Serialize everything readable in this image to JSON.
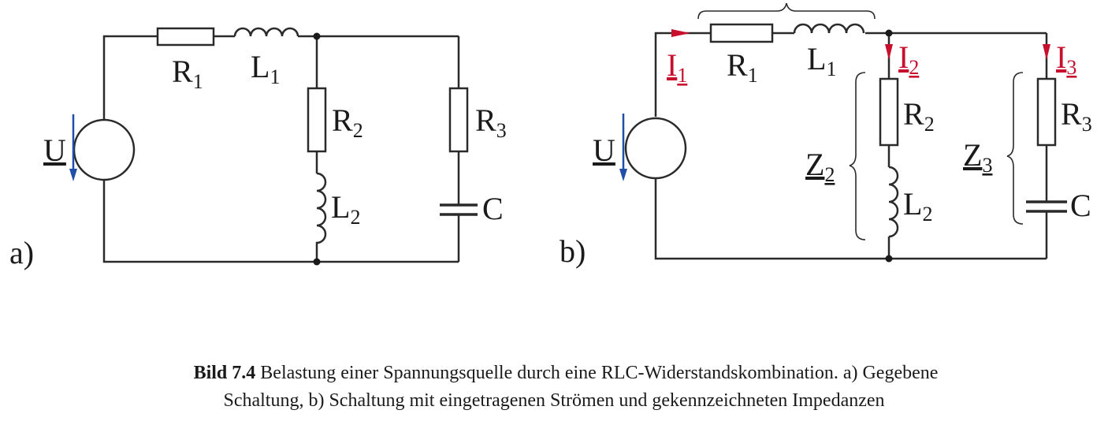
{
  "panel_a": {
    "panel_label": "a)",
    "source": "U",
    "R1": {
      "main": "R",
      "sub": "1"
    },
    "L1": {
      "main": "L",
      "sub": "1"
    },
    "R2": {
      "main": "R",
      "sub": "2"
    },
    "L2": {
      "main": "L",
      "sub": "2"
    },
    "R3": {
      "main": "R",
      "sub": "3"
    },
    "C": "C"
  },
  "panel_b": {
    "panel_label": "b)",
    "source": "U",
    "I1": {
      "main": "I",
      "sub": "1"
    },
    "I2": {
      "main": "I",
      "sub": "2"
    },
    "I3": {
      "main": "I",
      "sub": "3"
    },
    "R1": {
      "main": "R",
      "sub": "1"
    },
    "L1": {
      "main": "L",
      "sub": "1"
    },
    "R2": {
      "main": "R",
      "sub": "2"
    },
    "L2": {
      "main": "L",
      "sub": "2"
    },
    "R3": {
      "main": "R",
      "sub": "3"
    },
    "C": "C",
    "Z2": {
      "main": "Z",
      "sub": "2"
    },
    "Z3": {
      "main": "Z",
      "sub": "3"
    }
  },
  "caption": {
    "label": "Bild 7.4",
    "line1": "Belastung einer Spannungsquelle durch eine RLC-Widerstandskombination. a) Gegebene",
    "line2": "Schaltung, b) Schaltung mit eingetragenen Strömen und gekennzeichneten Impedanzen"
  },
  "colors": {
    "current_arrow": "#c8102e",
    "voltage_arrow": "#1f4fa8",
    "line": "#2a2a2a"
  }
}
